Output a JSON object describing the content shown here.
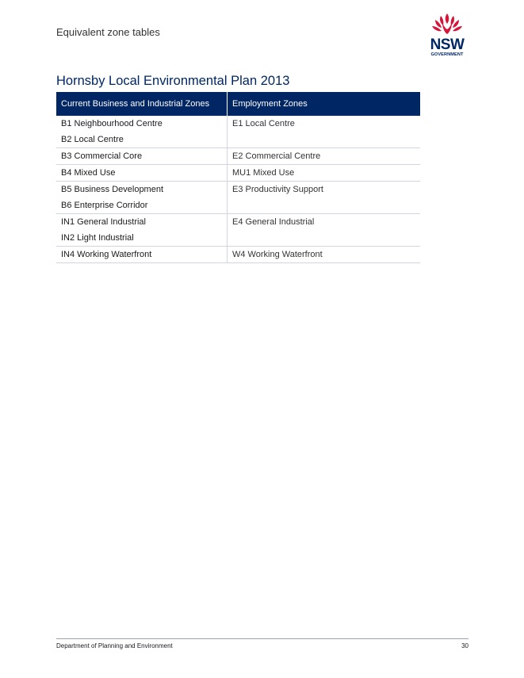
{
  "header": {
    "section_title": "Equivalent zone tables"
  },
  "logo": {
    "text_main": "NSW",
    "text_sub": "GOVERNMENT",
    "petal_color": "#d7153a",
    "text_color": "#002664"
  },
  "document": {
    "title": "Hornsby Local Environmental Plan 2013"
  },
  "table": {
    "headers": [
      "Current Business and Industrial Zones",
      "Employment Zones"
    ],
    "rows": [
      {
        "current": [
          "B1 Neighbourhood Centre",
          "B2 Local Centre"
        ],
        "employment": [
          "E1 Local Centre"
        ]
      },
      {
        "current": [
          "B3 Commercial Core"
        ],
        "employment": [
          "E2 Commercial Centre"
        ]
      },
      {
        "current": [
          "B4 Mixed Use"
        ],
        "employment": [
          "MU1 Mixed Use"
        ]
      },
      {
        "current": [
          "B5 Business Development",
          "B6 Enterprise Corridor"
        ],
        "employment": [
          "E3 Productivity Support"
        ]
      },
      {
        "current": [
          "IN1 General Industrial",
          "IN2 Light Industrial"
        ],
        "employment": [
          "E4 General Industrial"
        ]
      },
      {
        "current": [
          "IN4 Working Waterfront"
        ],
        "employment": [
          "W4 Working Waterfront"
        ]
      }
    ]
  },
  "footer": {
    "department": "Department of Planning and Environment",
    "page_number": "30"
  },
  "colors": {
    "header_bg": "#002664",
    "rule": "#cfd6de"
  }
}
